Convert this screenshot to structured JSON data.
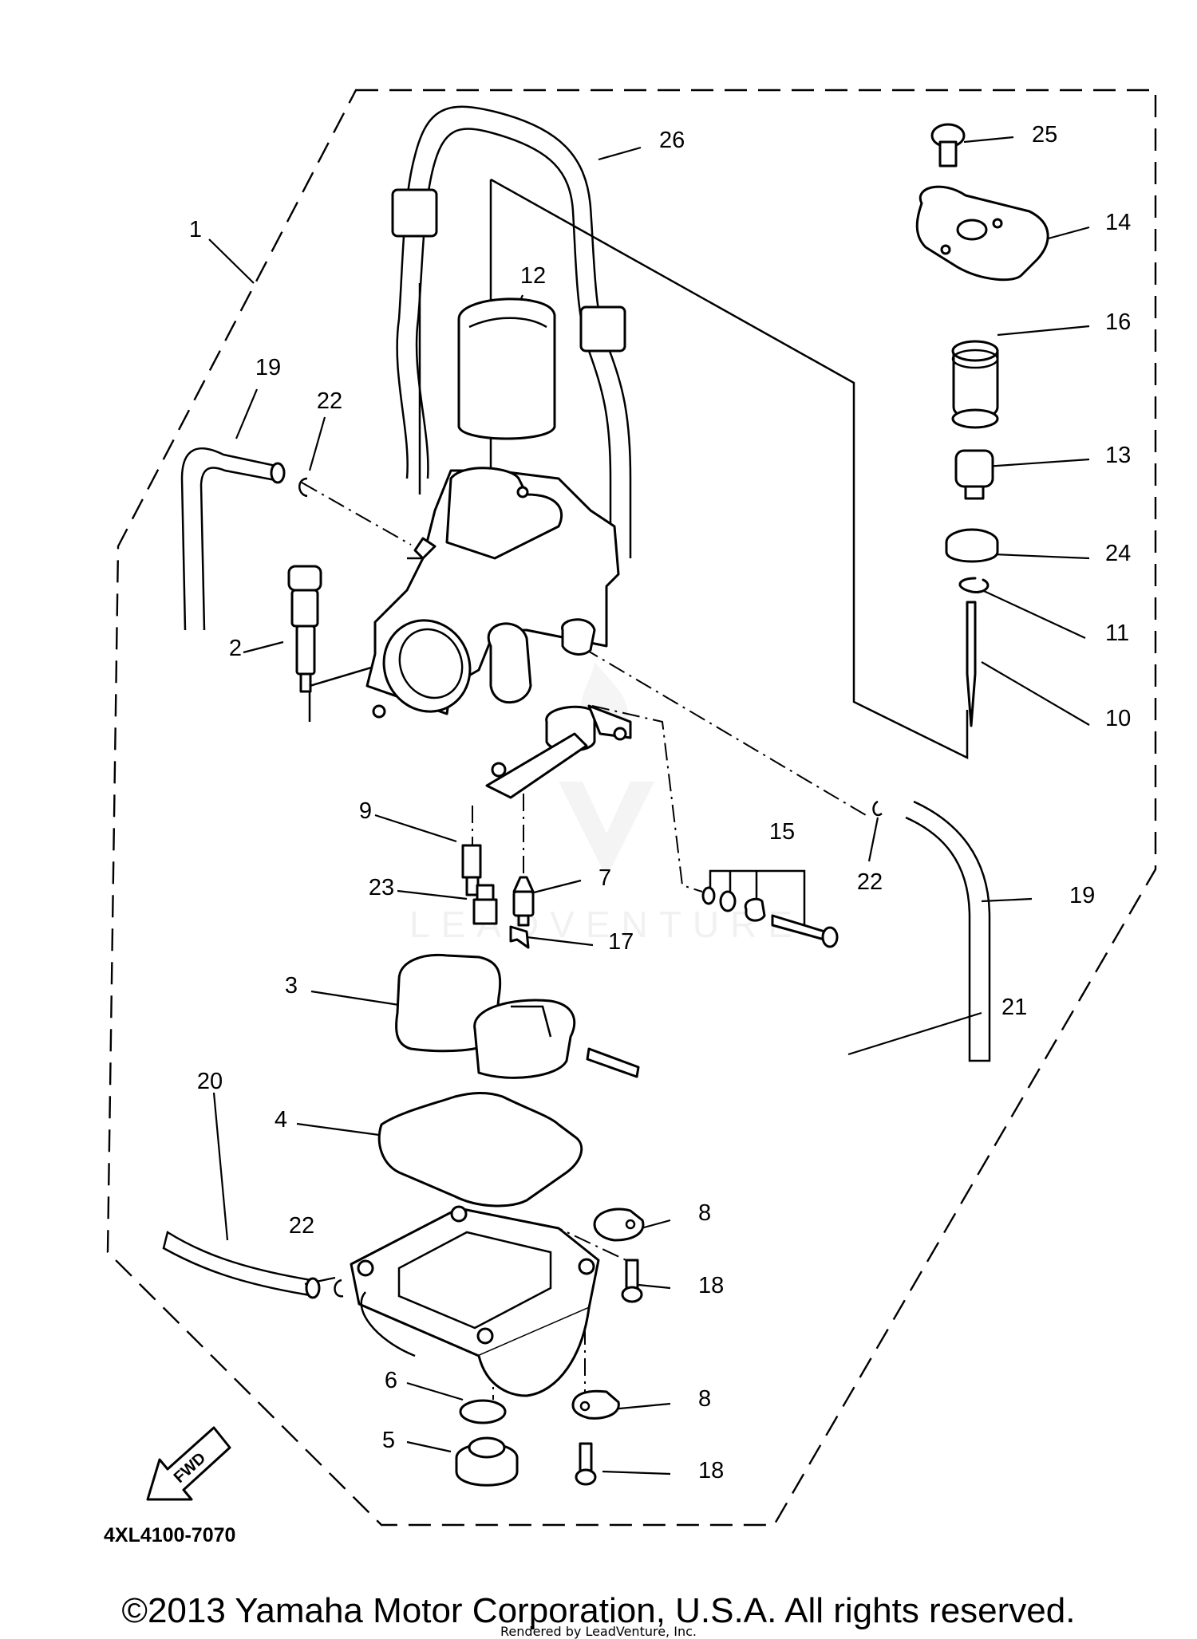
{
  "diagram": {
    "part_number_code": "4XL4100-7070",
    "fwd_label": "FWD",
    "watermark_text": "LEADVENTURE",
    "callouts": [
      {
        "id": "c1",
        "label": "1"
      },
      {
        "id": "c2",
        "label": "2"
      },
      {
        "id": "c3",
        "label": "3"
      },
      {
        "id": "c4",
        "label": "4"
      },
      {
        "id": "c5",
        "label": "5"
      },
      {
        "id": "c6",
        "label": "6"
      },
      {
        "id": "c7",
        "label": "7"
      },
      {
        "id": "c8a",
        "label": "8"
      },
      {
        "id": "c8b",
        "label": "8"
      },
      {
        "id": "c9",
        "label": "9"
      },
      {
        "id": "c10",
        "label": "10"
      },
      {
        "id": "c11",
        "label": "11"
      },
      {
        "id": "c12",
        "label": "12"
      },
      {
        "id": "c13",
        "label": "13"
      },
      {
        "id": "c14",
        "label": "14"
      },
      {
        "id": "c15",
        "label": "15"
      },
      {
        "id": "c16",
        "label": "16"
      },
      {
        "id": "c17",
        "label": "17"
      },
      {
        "id": "c18a",
        "label": "18"
      },
      {
        "id": "c18b",
        "label": "18"
      },
      {
        "id": "c19a",
        "label": "19"
      },
      {
        "id": "c19b",
        "label": "19"
      },
      {
        "id": "c20",
        "label": "20"
      },
      {
        "id": "c21",
        "label": "21"
      },
      {
        "id": "c22a",
        "label": "22"
      },
      {
        "id": "c22b",
        "label": "22"
      },
      {
        "id": "c22c",
        "label": "22"
      },
      {
        "id": "c23",
        "label": "23"
      },
      {
        "id": "c24",
        "label": "24"
      },
      {
        "id": "c25",
        "label": "25"
      },
      {
        "id": "c26",
        "label": "26"
      }
    ]
  },
  "footer": {
    "copyright": "©2013 Yamaha Motor Corporation, U.S.A. All rights reserved.",
    "rendered_by": "Rendered by LeadVenture, Inc."
  }
}
